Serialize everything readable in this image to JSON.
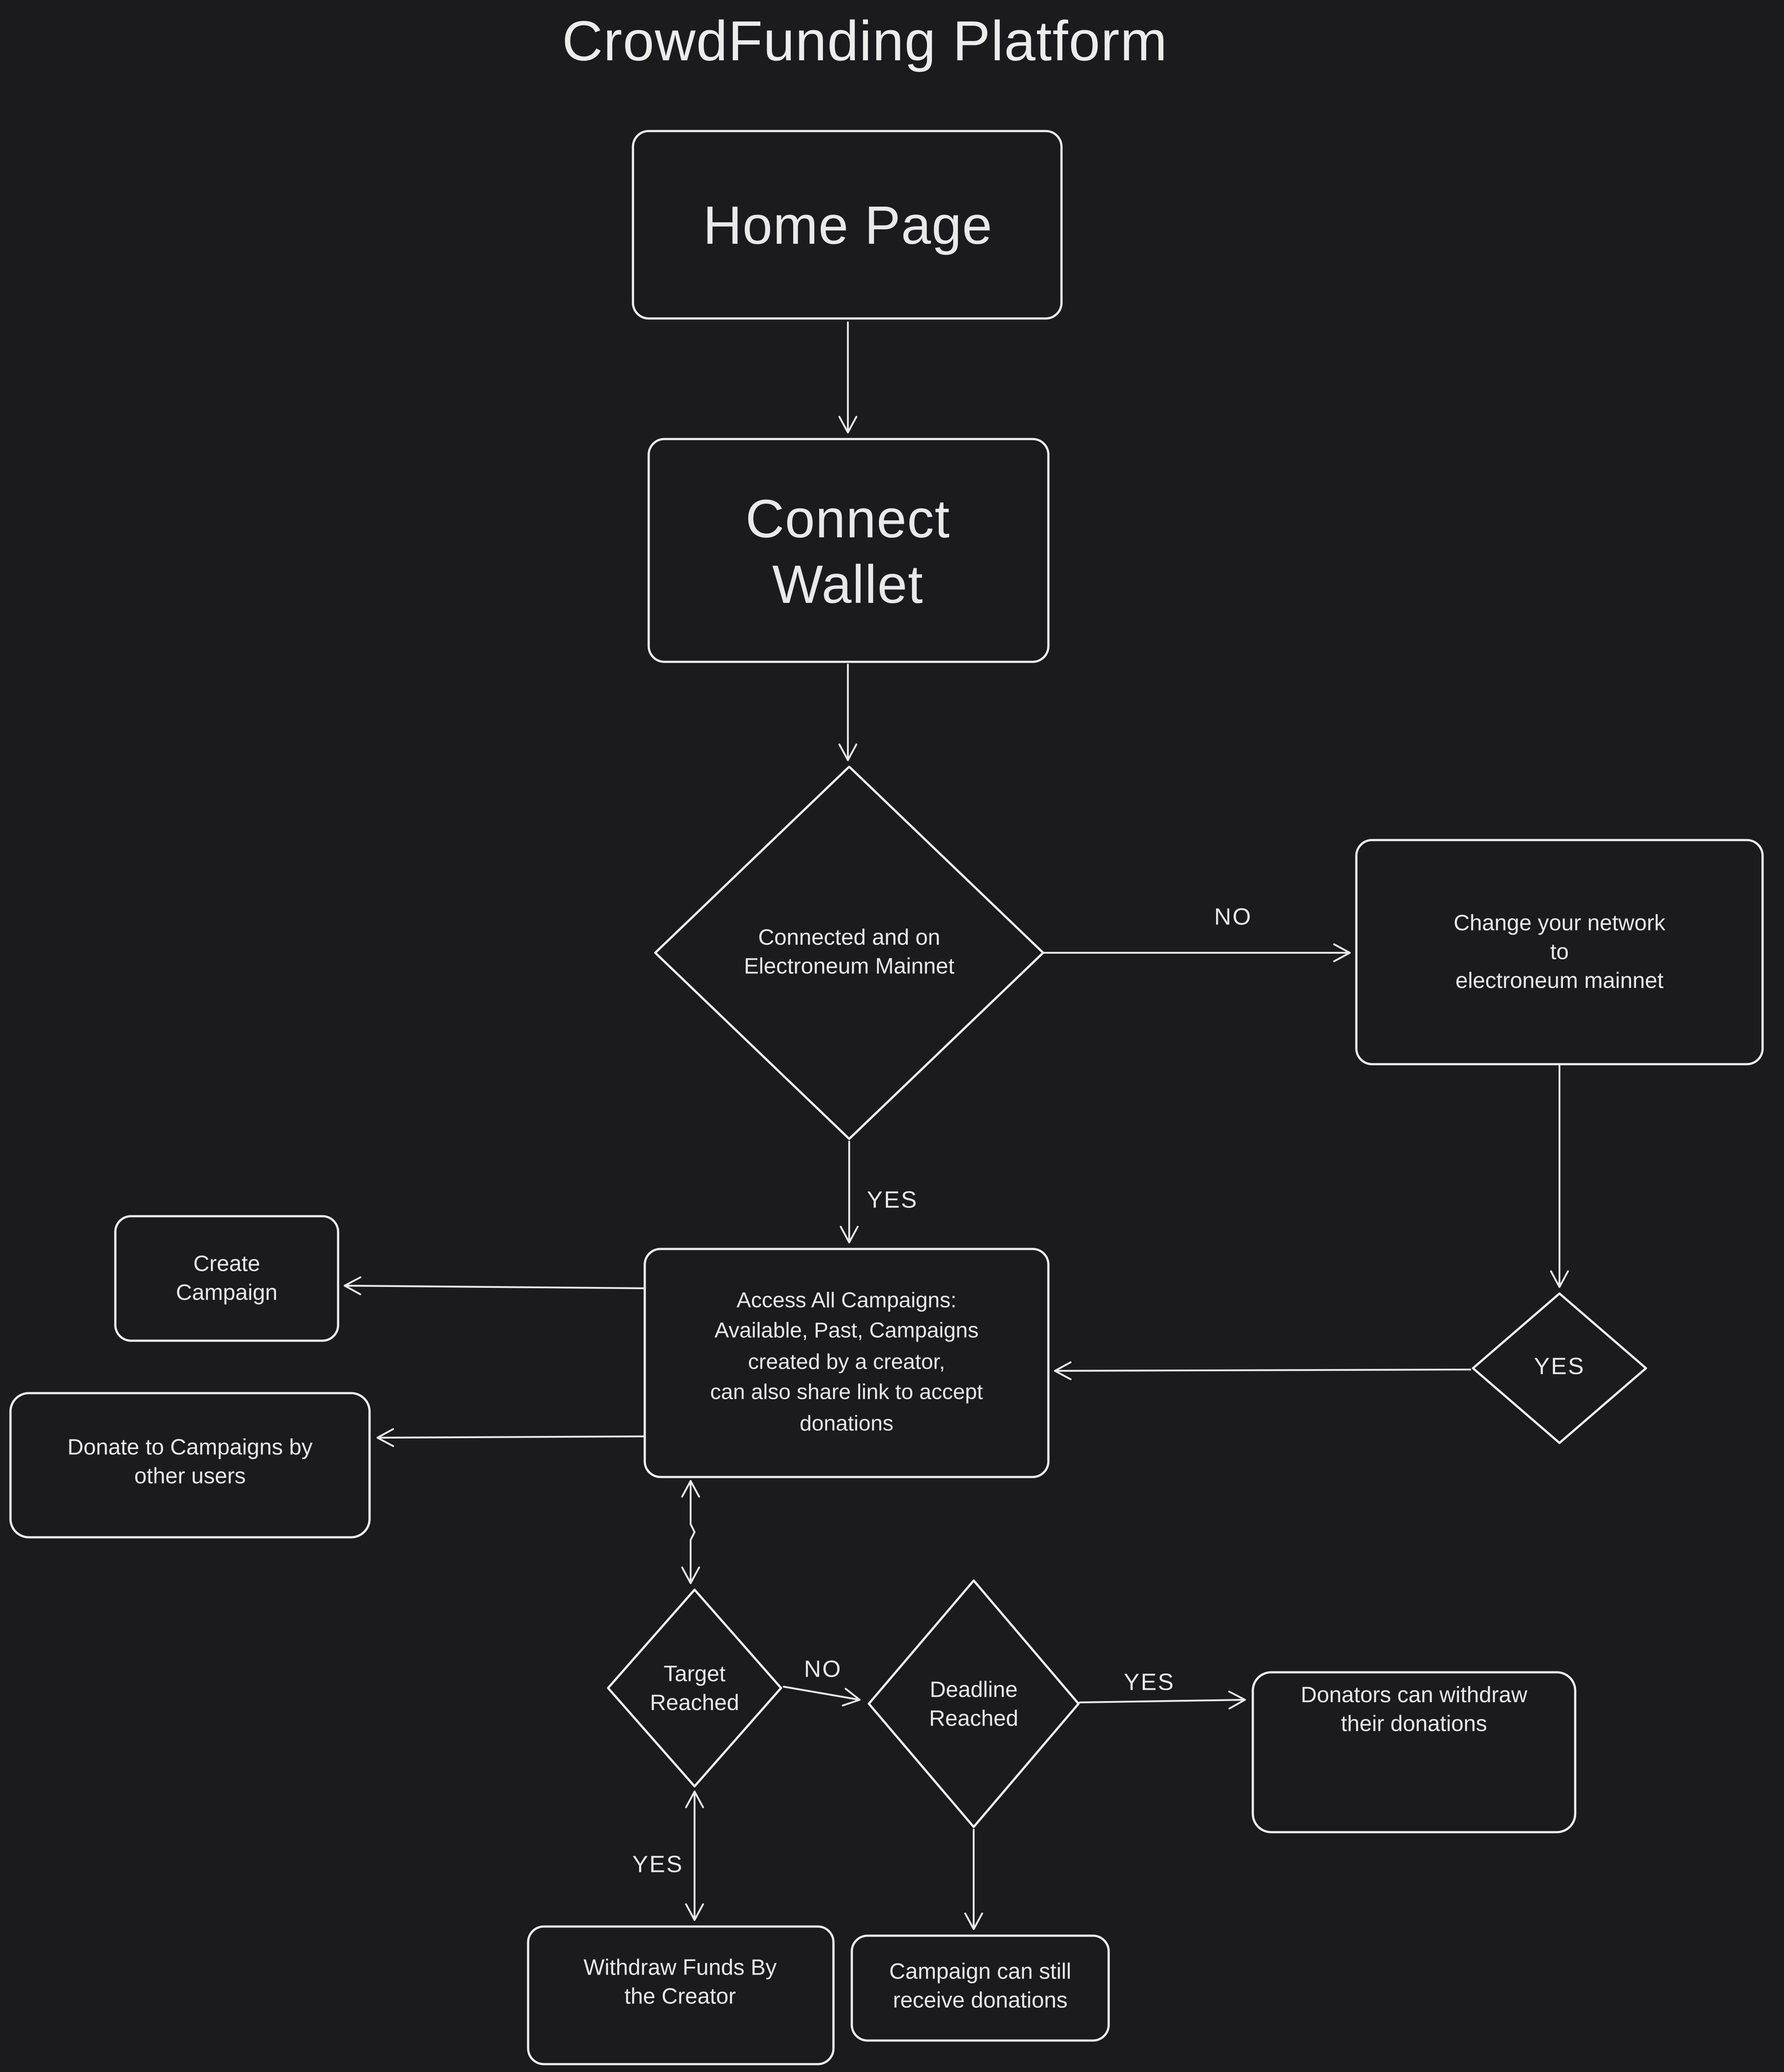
{
  "title": "CrowdFunding Platform",
  "colors": {
    "background": "#1b1b1d",
    "stroke": "#eeeeee",
    "text": "#e9e9e9"
  },
  "nodes": {
    "home": {
      "type": "process",
      "label": "Home Page"
    },
    "connect_wallet": {
      "type": "process",
      "label": "Connect\nWallet"
    },
    "connected_mainnet": {
      "type": "decision",
      "label": "Connected and on\nElectroneum Mainnet"
    },
    "change_network": {
      "type": "process",
      "label": "Change your network to\nelectroneum mainnet"
    },
    "network_ok_gate": {
      "type": "decision",
      "label": "YES"
    },
    "access_campaigns": {
      "type": "process",
      "label": "Access All Campaigns:\nAvailable, Past, Campaigns\ncreated by a creator,\ncan also share link to accept\ndonations"
    },
    "create_campaign": {
      "type": "process",
      "label": "Create\nCampaign"
    },
    "donate_campaigns": {
      "type": "process",
      "label": "Donate to Campaigns by\nother users"
    },
    "target_reached": {
      "type": "decision",
      "label": "Target\nReached"
    },
    "deadline_reached": {
      "type": "decision",
      "label": "Deadline\nReached"
    },
    "donators_withdraw": {
      "type": "process",
      "label": "Donators can withdraw\ntheir donations"
    },
    "withdraw_funds": {
      "type": "process",
      "label": "Withdraw Funds By\nthe Creator"
    },
    "campaign_receive": {
      "type": "process",
      "label": "Campaign can still\nreceive donations"
    }
  },
  "edge_labels": {
    "connected_no": "NO",
    "connected_yes": "YES",
    "target_no": "NO",
    "target_yes": "YES",
    "deadline_yes": "YES"
  }
}
